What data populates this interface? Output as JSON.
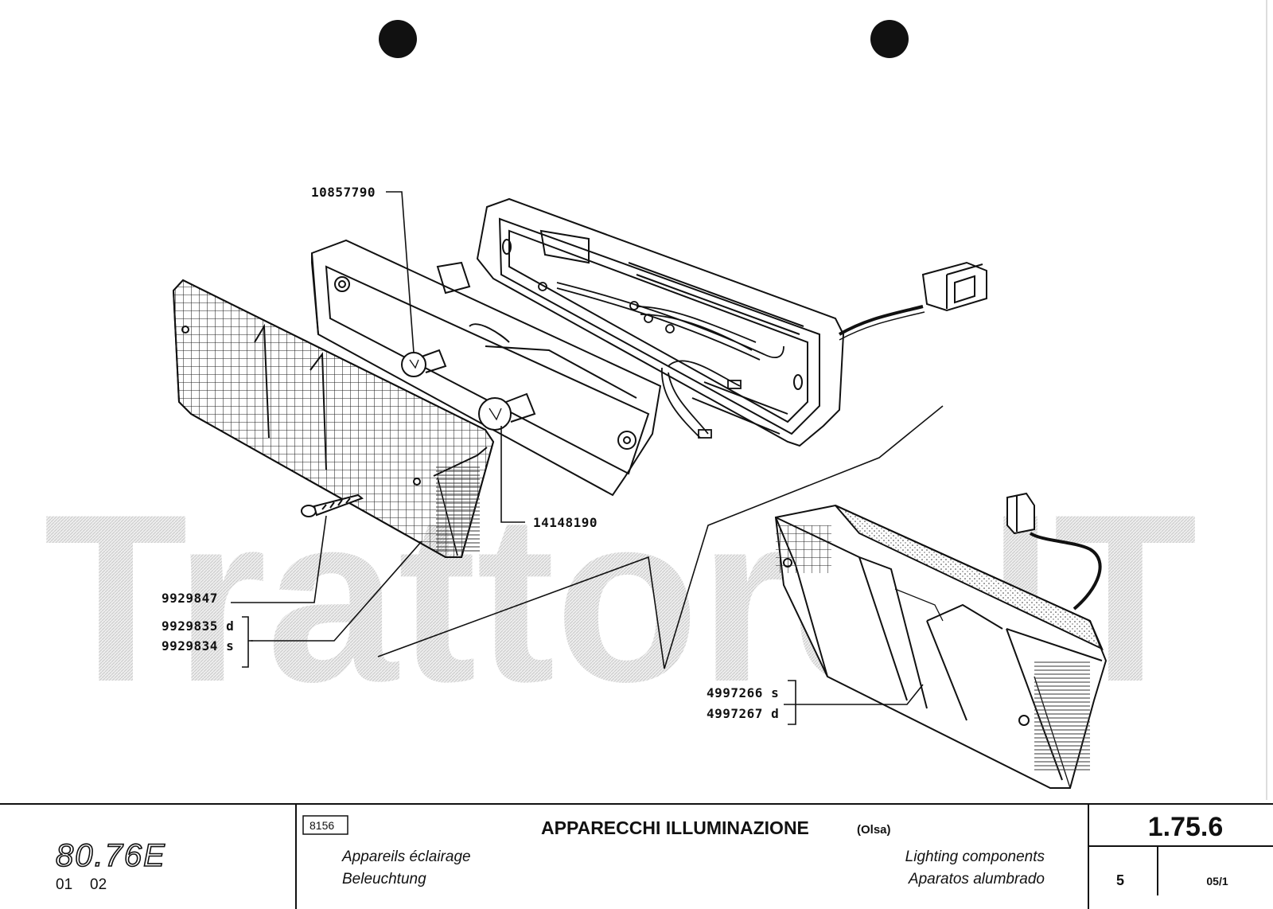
{
  "watermark": "Trattore.IT",
  "parts": {
    "bulb_small": "10857790",
    "bulb_large": "14148190",
    "screw": "9929847",
    "lens_right": "9929835 d",
    "lens_left": "9929834 s",
    "lamp_left": "4997266 s",
    "lamp_right": "4997267 d"
  },
  "title_block": {
    "model": "80.76E",
    "version_a": "01",
    "version_b": "02",
    "code": "8156",
    "title_main": "APPARECCHI ILLUMINAZIONE",
    "title_sub": "(Olsa)",
    "title_fr": "Appareils éclairage",
    "title_de": "Beleuchtung",
    "title_en": "Lighting components",
    "title_es": "Aparatos alumbrado",
    "section": "1.75.6",
    "sheet": "5",
    "date": "05/1"
  }
}
